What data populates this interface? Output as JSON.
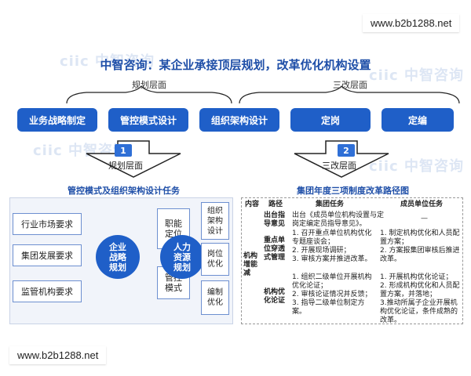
{
  "watermark": {
    "site": "www.b2b1288.net",
    "brand": "ciic 中智咨询"
  },
  "title": "中智咨询：某企业承接顶层规划，改革优化机构设置",
  "layers": {
    "planning": "规划层面",
    "reform": "三改层面"
  },
  "top_boxes": [
    "业务战略制定",
    "管控模式设计",
    "组织架构设计",
    "定岗",
    "定编"
  ],
  "steps": [
    {
      "num": "1",
      "label": "规划层面"
    },
    {
      "num": "2",
      "label": "三改层面"
    }
  ],
  "left": {
    "title": "管控模式及组织架构设计任务",
    "requirements": [
      "行业市场要求",
      "集团发展要求",
      "监管机构要求"
    ],
    "circle1": "企业\n战略\n规划",
    "mid": [
      "职能\n定位",
      "管控\n模式"
    ],
    "circle2": "人力\n资源\n规划",
    "right": [
      "组织\n架构\n设计",
      "岗位\n优化",
      "编制\n优化"
    ]
  },
  "right": {
    "title": "集团年度三项制度改革路径图",
    "headers": [
      "内容",
      "路径",
      "集团任务",
      "成员单位任务"
    ],
    "row1": {
      "content": "出台指导意见",
      "group_task": "出台《成员单位机构设置与定岗定编定员指导意见》。",
      "member_task": "—"
    },
    "section_label": "机构增能减",
    "row2": {
      "path": "重点单位穿透式管理",
      "group_task": "1. 召开重点单位机构优化专题座谈会；\n2. 开展现场调研；\n3. 审核方案并推进改革。",
      "member_task": "1. 制定机构优化和人员配置方案；\n2. 方案报集团审核后推进改革。"
    },
    "row3": {
      "path": "机构优化论证",
      "group_task": "1. 组织二级单位开展机构优化论证；\n2. 审核论证情况并反馈；\n3. 指导二级单位制定方案。",
      "member_task": "1. 开展机构优化论证；\n2. 形成机构优化和人员配置方案，并落地；\n3.推动所属子企业开展机构优化论证，条件成熟的改革。"
    }
  }
}
